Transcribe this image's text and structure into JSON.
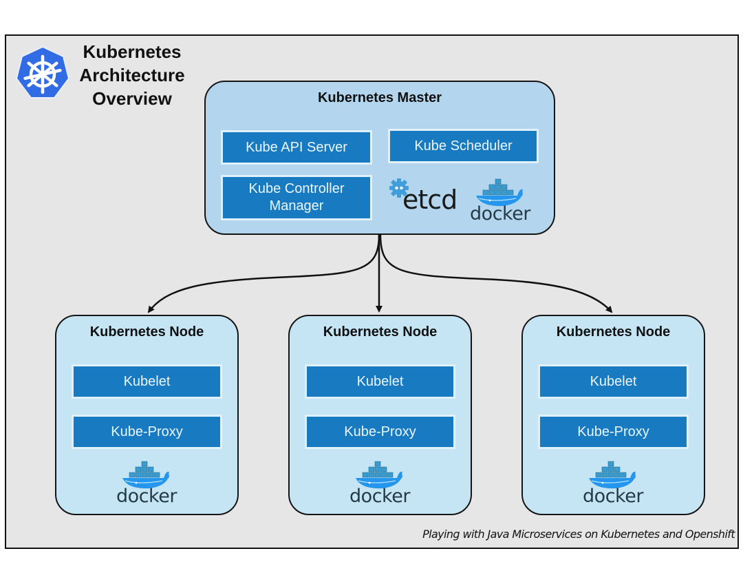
{
  "title": {
    "lines": [
      "Kubernetes",
      "Architecture",
      "Overview"
    ]
  },
  "logo": {
    "icon": "kubernetes-helm-wheel-icon",
    "color": "#326ce5"
  },
  "master": {
    "title": "Kubernetes Master",
    "components": [
      "Kube API Server",
      "Kube Scheduler",
      "Kube Controller Manager"
    ],
    "etcd_label": "etcd",
    "docker_label": "docker"
  },
  "nodes": [
    {
      "title": "Kubernetes Node",
      "components": [
        "Kubelet",
        "Kube-Proxy"
      ],
      "docker_label": "docker"
    },
    {
      "title": "Kubernetes Node",
      "components": [
        "Kubelet",
        "Kube-Proxy"
      ],
      "docker_label": "docker"
    },
    {
      "title": "Kubernetes Node",
      "components": [
        "Kubelet",
        "Kube-Proxy"
      ],
      "docker_label": "docker"
    }
  ],
  "edges": [
    {
      "from": "Kubernetes Master",
      "to": "Kubernetes Node 1"
    },
    {
      "from": "Kubernetes Master",
      "to": "Kubernetes Node 2"
    },
    {
      "from": "Kubernetes Master",
      "to": "Kubernetes Node 3"
    }
  ],
  "footer": "Playing with Java Microservices on Kubernetes and Openshift",
  "colors": {
    "frame_bg": "#e6e6e6",
    "master_bg": "#b3d6ee",
    "node_bg": "#c5e5f5",
    "component_bg": "#187ac0",
    "component_text": "#eaf6fd",
    "docker_blue": "#2496ed"
  }
}
